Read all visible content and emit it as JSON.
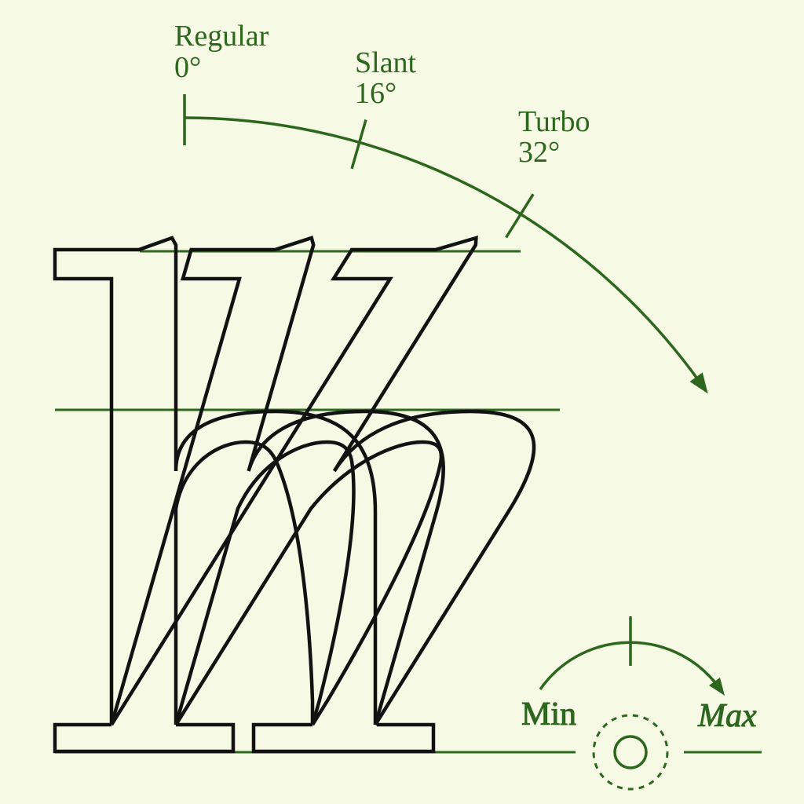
{
  "palette": {
    "background": "#f6f9e4",
    "ink": "#121212",
    "accent_green": "#2d671e"
  },
  "slant_scale": {
    "items": [
      {
        "name": "Regular",
        "value": "0°",
        "degrees": 0
      },
      {
        "name": "Slant",
        "value": "16°",
        "degrees": 16
      },
      {
        "name": "Turbo",
        "value": "32°",
        "degrees": 32
      }
    ]
  },
  "dial": {
    "min": "Min",
    "max": "Max"
  }
}
